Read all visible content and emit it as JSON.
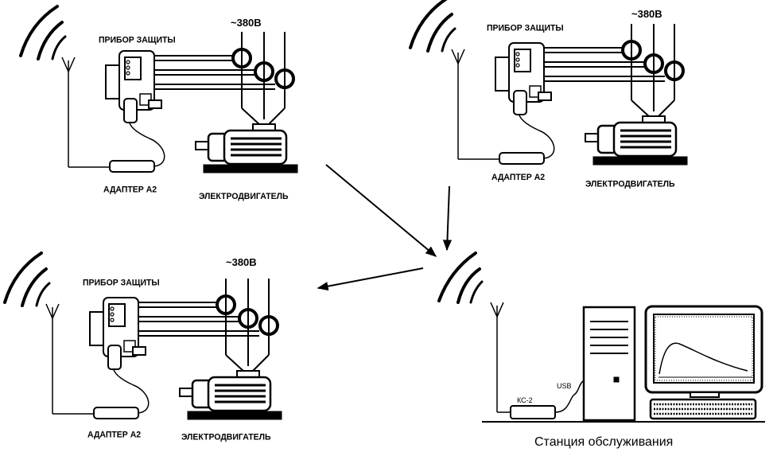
{
  "colors": {
    "ink": "#000000",
    "background": "#ffffff"
  },
  "units": [
    {
      "device_label": "ПРИБОР ЗАЩИТЫ",
      "voltage_label": "~380В",
      "adapter_label": "АДАПТЕР А2",
      "motor_label": "ЭЛЕКТРОДВИГАТЕЛЬ"
    },
    {
      "device_label": "ПРИБОР ЗАЩИТЫ",
      "voltage_label": "~380В",
      "adapter_label": "АДАПТЕР А2",
      "motor_label": "ЭЛЕКТРОДВИГАТЕЛЬ"
    },
    {
      "device_label": "ПРИБОР ЗАЩИТЫ",
      "voltage_label": "~380В",
      "adapter_label": "АДАПТЕР А2",
      "motor_label": "ЭЛЕКТРОДВИГАТЕЛЬ"
    }
  ],
  "station": {
    "receiver_label": "КС-2",
    "usb_label": "USB",
    "caption": "Станция обслуживания"
  },
  "icons": [
    "radio-waves-icon",
    "antenna-icon",
    "protection-device-icon",
    "current-sensor-icon",
    "electric-motor-icon",
    "adapter-icon",
    "pc-tower-icon",
    "monitor-icon",
    "keyboard-icon",
    "arrow-icon"
  ]
}
